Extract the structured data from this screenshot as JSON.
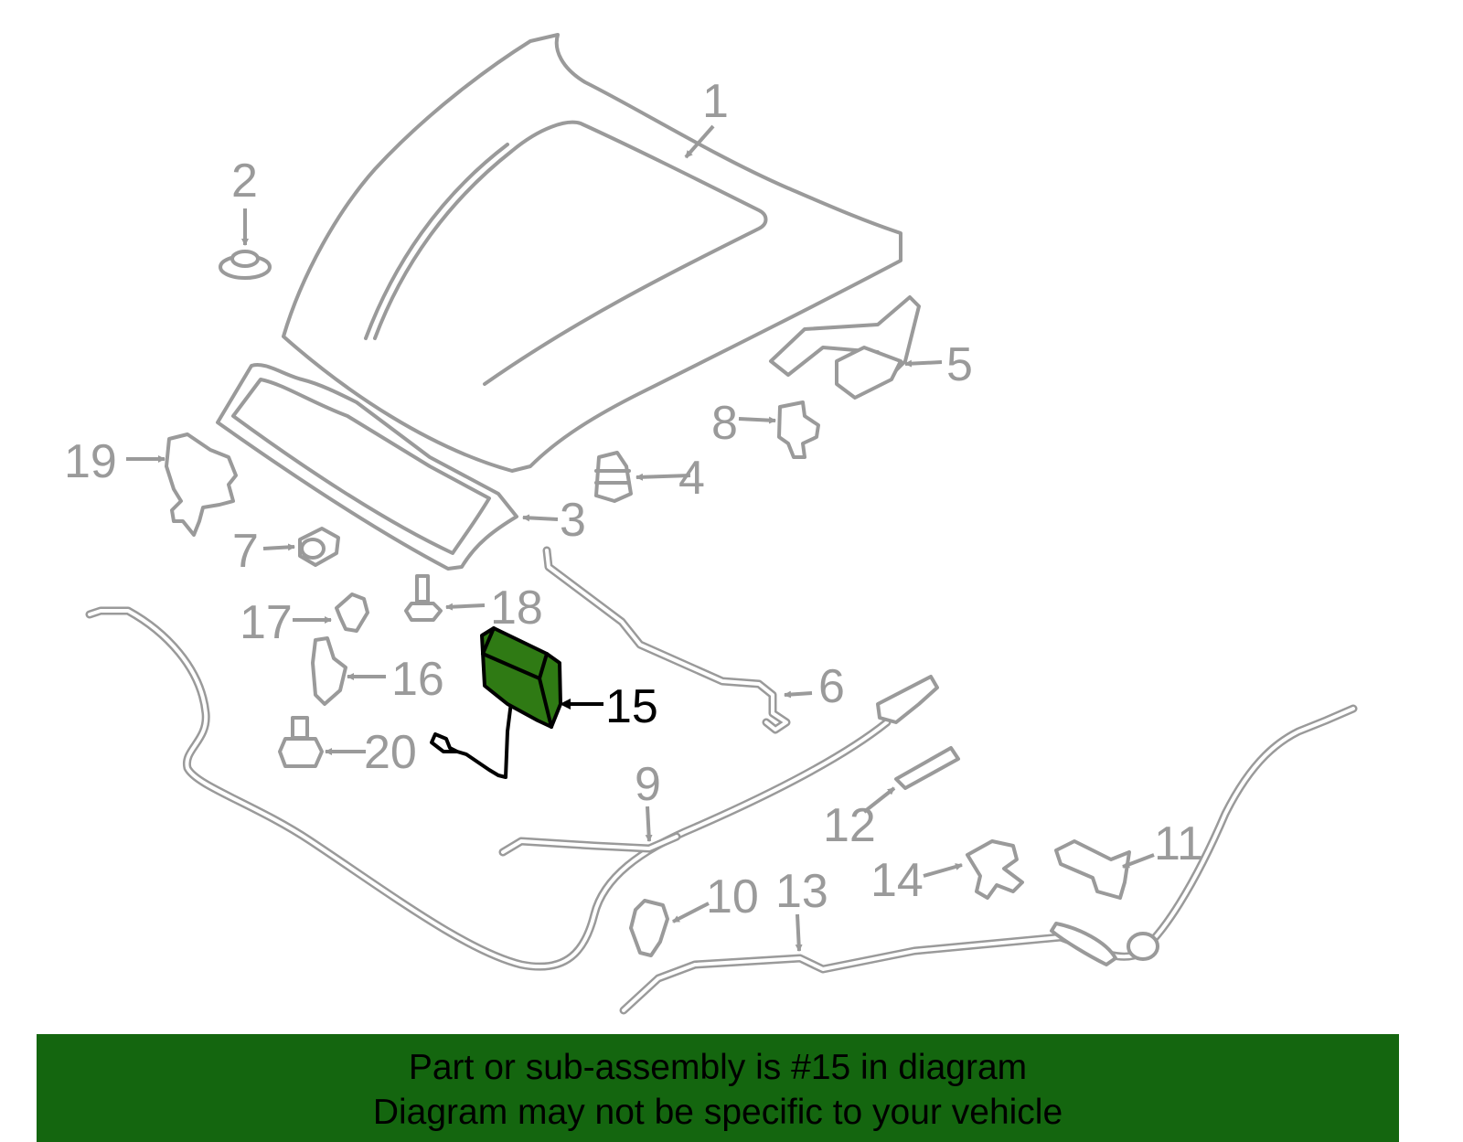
{
  "diagram": {
    "callouts": {
      "c1": "1",
      "c2": "2",
      "c3": "3",
      "c4": "4",
      "c5": "5",
      "c6": "6",
      "c7": "7",
      "c8": "8",
      "c9": "9",
      "c10": "10",
      "c11": "11",
      "c12": "12",
      "c13": "13",
      "c14": "14",
      "c15": "15",
      "c16": "16",
      "c17": "17",
      "c18": "18",
      "c19": "19",
      "c20": "20"
    },
    "highlighted_part": "15",
    "highlight_color": "#2f7a14",
    "line_color": "#9a9a9a"
  },
  "banner": {
    "line1": "Part or sub-assembly is #15 in diagram",
    "line2": "Diagram may not be specific to your vehicle",
    "background": "#14660f"
  }
}
